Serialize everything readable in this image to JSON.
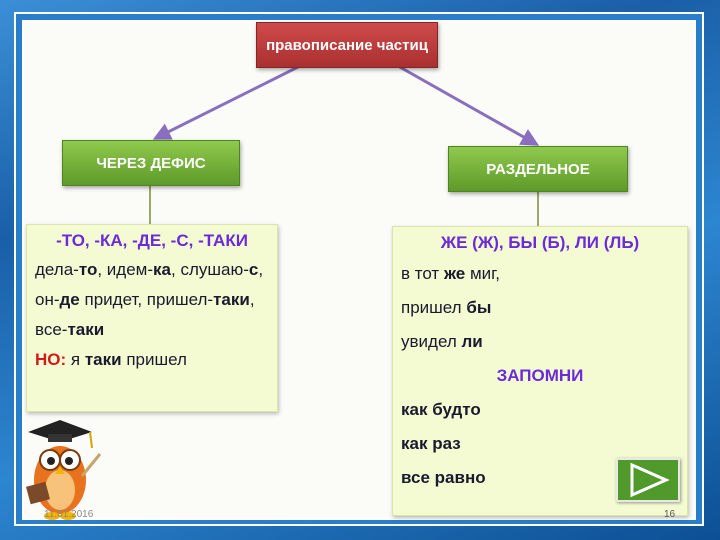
{
  "title": "правописание частиц",
  "hyphen": {
    "label": "ЧЕРЕЗ ДЕФИС",
    "rule": "-ТО, -КА, -ДЕ, -С, -ТАКИ",
    "examples": [
      [
        "дела-",
        "то",
        ", идем-",
        "ка",
        ", слушаю-",
        "с",
        ","
      ],
      [
        "он-",
        "де",
        " придет, пришел-",
        "таки",
        ","
      ],
      [
        "все-",
        "таки",
        "",
        "",
        "",
        "",
        ""
      ]
    ],
    "note_label": "НО:",
    "note": [
      "я ",
      "таки",
      " пришел"
    ]
  },
  "separate": {
    "label": "РАЗДЕЛЬНОЕ",
    "rule": "ЖЕ (Ж), БЫ (Б), ЛИ (ЛЬ)",
    "examples": [
      [
        "в тот ",
        "же",
        " миг,"
      ],
      [
        "пришел ",
        "бы",
        ""
      ],
      [
        "увидел ",
        "ли",
        ""
      ]
    ],
    "remember": "ЗАПОМНИ",
    "remember_items": [
      "как будто",
      "как раз",
      "все равно"
    ]
  },
  "footer": {
    "date": "11.01.2016",
    "page": "16"
  },
  "colors": {
    "title_red": "#c03a3a",
    "green": "#6aa83a",
    "purple": "#6b2bd9",
    "red": "#d11b1b"
  }
}
